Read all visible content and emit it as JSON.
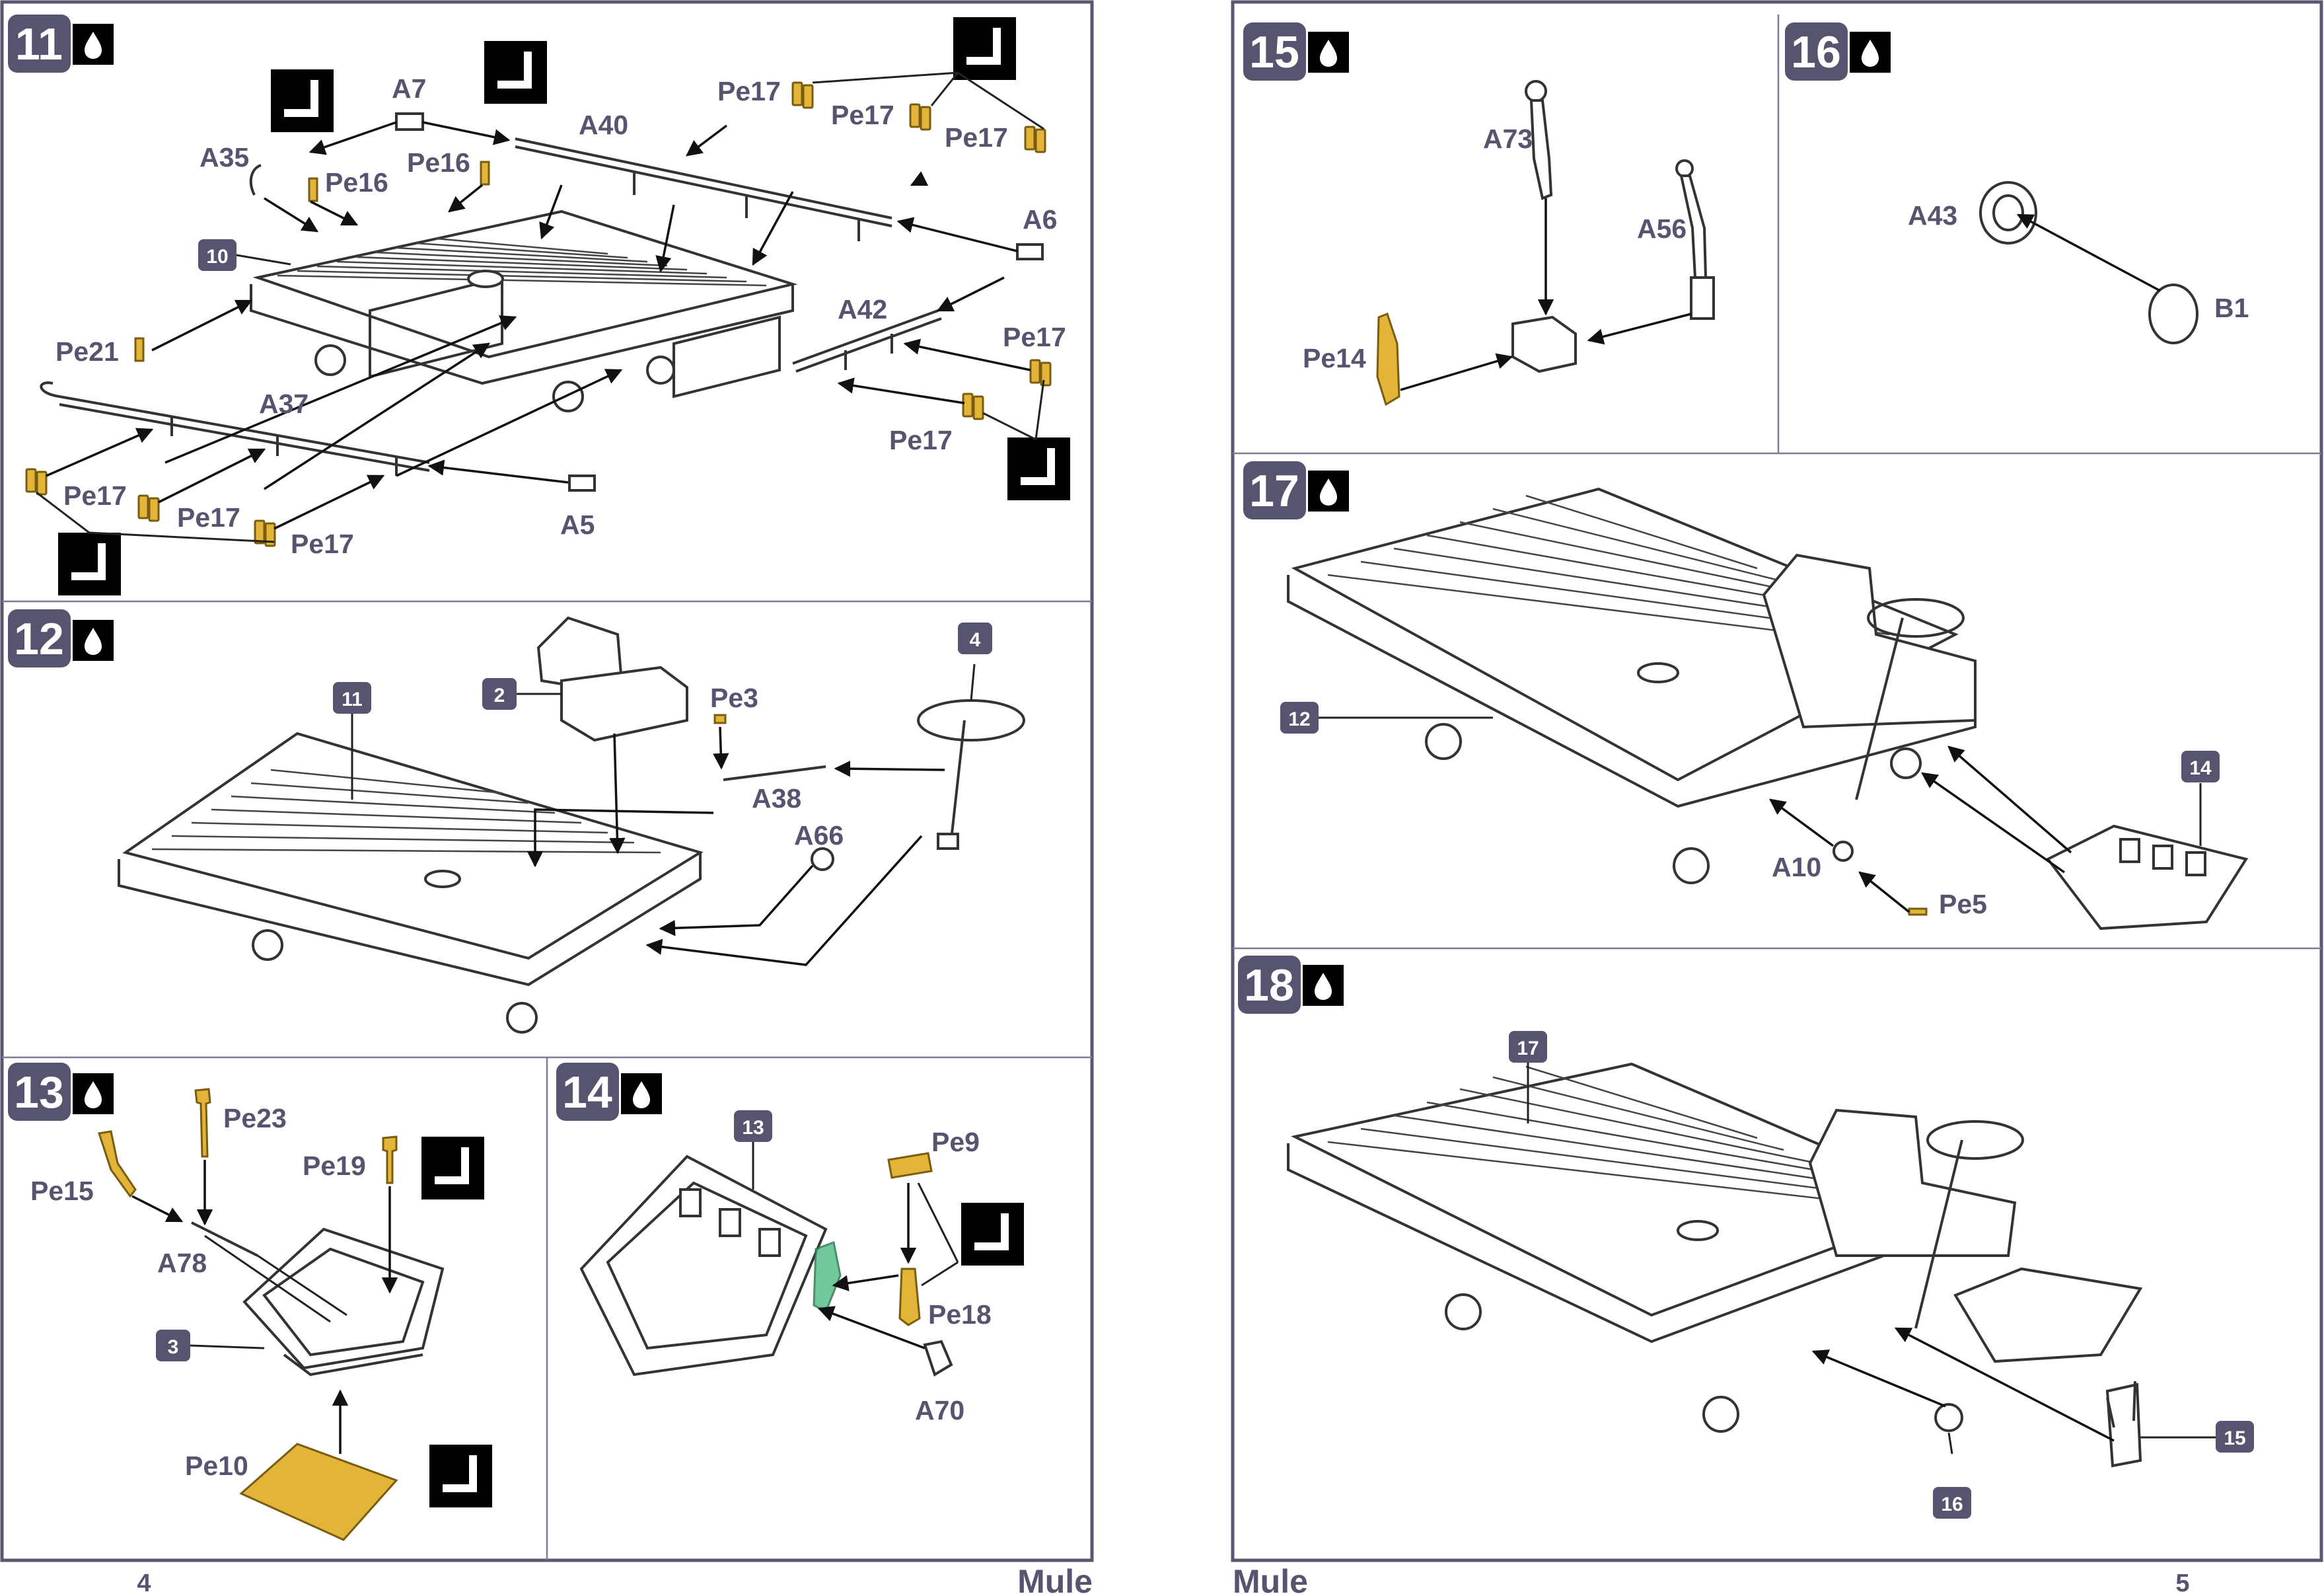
{
  "model_name": "Mule",
  "pages": [
    {
      "number": "4",
      "title": "Mule"
    },
    {
      "number": "5",
      "title": "Mule"
    }
  ],
  "icons": [
    "water-drop-icon",
    "bend-corner-icon"
  ],
  "colors": {
    "frame": "#5a5870",
    "badge": "#56546e",
    "photo_etch": "#e2b437",
    "decal": "#59c08a"
  },
  "steps": [
    {
      "number": "11",
      "icon": "water-drop-icon",
      "parts": [
        "A7",
        "A35",
        "Pe16",
        "Pe16",
        "A40",
        "Pe17",
        "Pe17",
        "Pe17",
        "A6",
        "A42",
        "Pe17",
        "Pe17",
        "Pe21",
        "A37",
        "Pe17",
        "Pe17",
        "Pe17",
        "A5"
      ],
      "refs": [
        "10"
      ]
    },
    {
      "number": "12",
      "icon": "water-drop-icon",
      "parts": [
        "Pe3",
        "A38",
        "A66"
      ],
      "refs": [
        "11",
        "2",
        "4"
      ]
    },
    {
      "number": "13",
      "icon": "water-drop-icon",
      "parts": [
        "Pe23",
        "Pe15",
        "Pe19",
        "A78",
        "Pe10"
      ],
      "refs": [
        "3"
      ]
    },
    {
      "number": "14",
      "icon": "water-drop-icon",
      "parts": [
        "Pe9",
        "Pe18",
        "A70"
      ],
      "refs": [
        "13"
      ]
    },
    {
      "number": "15",
      "icon": "water-drop-icon",
      "parts": [
        "A73",
        "A56",
        "Pe14"
      ],
      "refs": []
    },
    {
      "number": "16",
      "icon": "water-drop-icon",
      "parts": [
        "A43",
        "B1"
      ],
      "refs": []
    },
    {
      "number": "17",
      "icon": "water-drop-icon",
      "parts": [
        "A10",
        "Pe5"
      ],
      "refs": [
        "12",
        "14"
      ]
    },
    {
      "number": "18",
      "icon": "water-drop-icon",
      "parts": [],
      "refs": [
        "17",
        "15",
        "16"
      ]
    }
  ]
}
